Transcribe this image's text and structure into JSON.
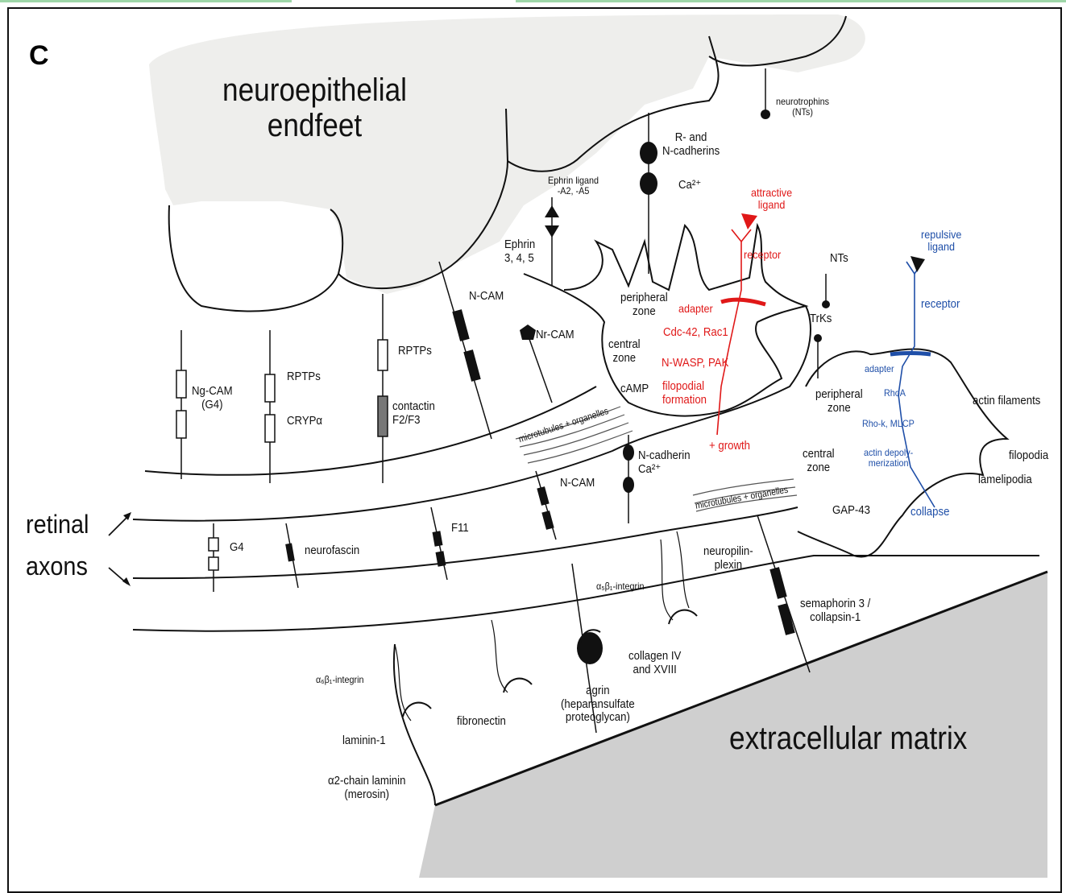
{
  "panel_label": "C",
  "regions": {
    "endfeet": "neuroepithelial\nendfeet",
    "ecm": "extracellular matrix",
    "retinal": "retinal",
    "axons": "axons"
  },
  "labels": {
    "neurotrophins": "neurotrophins\n(NTs)",
    "cadherins": "R- and\nN-cadherins",
    "ca_top": "Ca²⁺",
    "ephrin_ligand": "Ephrin ligand\n-A2, -A5",
    "ephrin": "Ephrin\n3, 4, 5",
    "ncam_top": "N-CAM",
    "nrcam": "Nr-CAM",
    "peripheral_zone_1": "peripheral\nzone",
    "central_zone_1": "central\nzone",
    "camp": "cAMP",
    "rptps_1": "RPTPs",
    "contactin": "contactin\nF2/F3",
    "rptps_2": "RPTPs",
    "cryp": "CRYPα",
    "ngcam": "Ng-CAM\n(G4)",
    "microtubules_1": "microtubules + organelles",
    "ncadherin": "N-cadherin\nCa²⁺",
    "ncam_mid": "N-CAM",
    "nts": "NTs",
    "trks": "TrKs",
    "peripheral_zone_2": "peripheral\nzone",
    "central_zone_2": "central\nzone",
    "microtubules_2": "microtubules + organelles",
    "gap43": "GAP-43",
    "actin_filaments": "actin filaments",
    "filopodia": "filopodia",
    "lamelipodia": "lamelipodia",
    "g4": "G4",
    "neurofascin": "neurofascin",
    "f11": "F11",
    "neuropilin": "neuropilin-\nplexin",
    "a5b1": "α₅β₁-integrin",
    "semaphorin": "semaphorin 3 /\ncollapsin-1",
    "a6b1": "α₆β₁-integrin",
    "collagen": "collagen IV\nand XVIII",
    "agrin": "agrin\n(heparansulfate\nproteoglycan)",
    "fibronectin": "fibronectin",
    "laminin1": "laminin-1",
    "a2laminin": "α2-chain laminin\n(merosin)"
  },
  "red_labels": {
    "attractive_ligand": "attractive\nligand",
    "receptor": "receptor",
    "adapter": "adapter",
    "cdc42": "Cdc-42, Rac1",
    "nwasp": "N-WASP, PAK",
    "filopodial": "filopodial\nformation",
    "growth": "+ growth"
  },
  "blue_labels": {
    "repulsive_ligand": "repulsive\nligand",
    "receptor": "receptor",
    "adapter": "adapter",
    "rhoa": "RhoA",
    "rhok": "Rho-k, MLCP",
    "actin_depoly": "actin depoly-\nmerization",
    "collapse": "collapse"
  },
  "colors": {
    "attractive": "#e01818",
    "repulsive": "#1f4fa8",
    "endfeet_fill": "#eeeeec",
    "ecm_fill": "#cfcfcf",
    "frame": "#111111"
  }
}
